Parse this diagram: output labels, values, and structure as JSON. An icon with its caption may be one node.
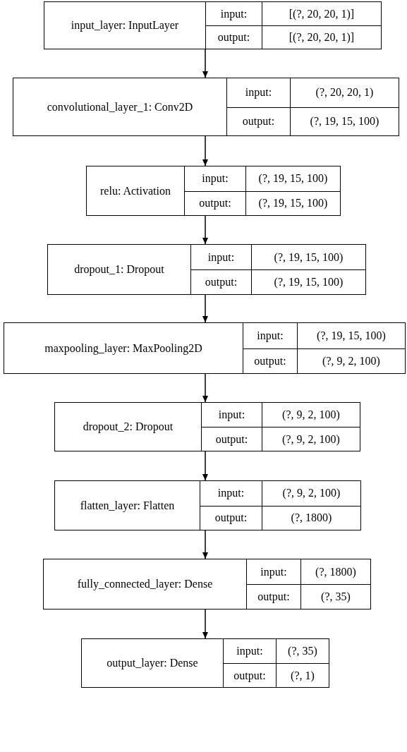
{
  "diagram": {
    "nodes": [
      {
        "text": [
          "input_layer: InputLayer",
          "input:",
          "[(?, 20, 20, 1)]",
          "output:",
          "[(?, 20, 20, 1)]"
        ]
      },
      {
        "text": [
          "convolutional_layer_1: Conv2D",
          "input:",
          "(?, 20, 20, 1)",
          "output:",
          "(?, 19, 15, 100)"
        ]
      },
      {
        "text": [
          "relu: Activation",
          "input:",
          "(?, 19, 15, 100)",
          "output:",
          "(?, 19, 15, 100)"
        ]
      },
      {
        "text": [
          "dropout_1: Dropout",
          "input:",
          "(?, 19, 15, 100)",
          "output:",
          "(?, 19, 15, 100)"
        ]
      },
      {
        "text": [
          "maxpooling_layer: MaxPooling2D",
          "input:",
          "(?, 19, 15, 100)",
          "output:",
          "(?, 9, 2, 100)"
        ]
      },
      {
        "text": [
          "dropout_2: Dropout",
          "input:",
          "(?, 9, 2, 100)",
          "output:",
          "(?, 9, 2, 100)"
        ]
      },
      {
        "text": [
          "flatten_layer: Flatten",
          "input:",
          "(?, 9, 2, 100)",
          "output:",
          "(?, 1800)"
        ]
      },
      {
        "text": [
          "fully_connected_layer: Dense",
          "input:",
          "(?, 1800)",
          "output:",
          "(?, 35)"
        ]
      },
      {
        "text": [
          "output_layer: Dense",
          "input:",
          "(?, 35)",
          "output:",
          "(?, 1)"
        ]
      }
    ],
    "edges": [
      {
        "from": 0,
        "to": 1,
        "arrow": "to"
      },
      {
        "from": 1,
        "to": 2,
        "arrow": "to"
      },
      {
        "from": 2,
        "to": 3,
        "arrow": "to"
      },
      {
        "from": 3,
        "to": 4,
        "arrow": "to"
      },
      {
        "from": 4,
        "to": 5,
        "arrow": "to"
      },
      {
        "from": 5,
        "to": 6,
        "arrow": "to"
      },
      {
        "from": 6,
        "to": 7,
        "arrow": "to"
      },
      {
        "from": 7,
        "to": 8,
        "arrow": "to"
      }
    ]
  }
}
